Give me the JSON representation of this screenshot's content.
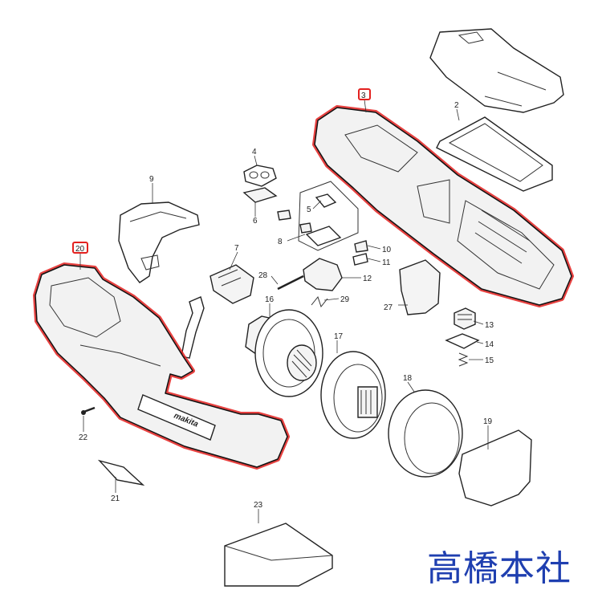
{
  "parts": [
    {
      "id": "2",
      "label": "2"
    },
    {
      "id": "3",
      "label": "3",
      "highlighted": true
    },
    {
      "id": "4",
      "label": "4"
    },
    {
      "id": "5",
      "label": "5"
    },
    {
      "id": "6",
      "label": "6"
    },
    {
      "id": "7",
      "label": "7"
    },
    {
      "id": "8",
      "label": "8"
    },
    {
      "id": "9",
      "label": "9"
    },
    {
      "id": "10",
      "label": "10"
    },
    {
      "id": "11",
      "label": "11"
    },
    {
      "id": "12",
      "label": "12"
    },
    {
      "id": "13",
      "label": "13"
    },
    {
      "id": "14",
      "label": "14"
    },
    {
      "id": "15",
      "label": "15"
    },
    {
      "id": "16",
      "label": "16"
    },
    {
      "id": "17",
      "label": "17"
    },
    {
      "id": "18",
      "label": "18"
    },
    {
      "id": "19",
      "label": "19"
    },
    {
      "id": "20",
      "label": "20",
      "highlighted": true
    },
    {
      "id": "21",
      "label": "21"
    },
    {
      "id": "22",
      "label": "22"
    },
    {
      "id": "23",
      "label": "23"
    },
    {
      "id": "27",
      "label": "27"
    },
    {
      "id": "28",
      "label": "28"
    },
    {
      "id": "29",
      "label": "29"
    }
  ],
  "brand_logo": "makita",
  "watermark": "高橋本社",
  "colors": {
    "highlight": "#e3211f",
    "watermark": "#1f3fb0",
    "line": "#222222"
  }
}
